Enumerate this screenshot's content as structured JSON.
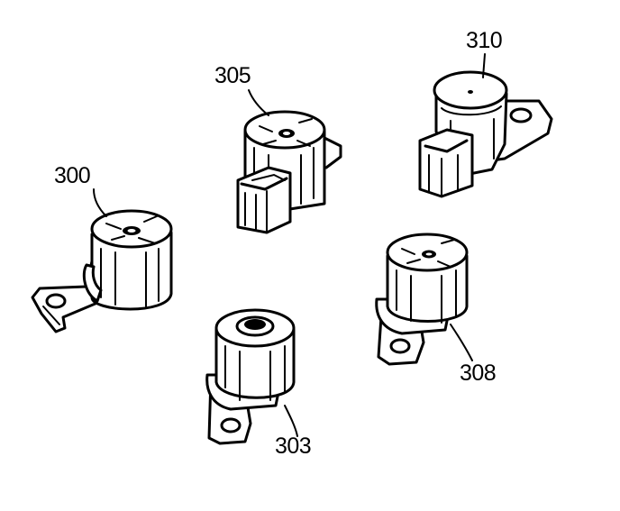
{
  "diagram": {
    "parts": [
      {
        "id": "300",
        "label": "300"
      },
      {
        "id": "303",
        "label": "303"
      },
      {
        "id": "305",
        "label": "305"
      },
      {
        "id": "308",
        "label": "308"
      },
      {
        "id": "310",
        "label": "310"
      }
    ]
  }
}
